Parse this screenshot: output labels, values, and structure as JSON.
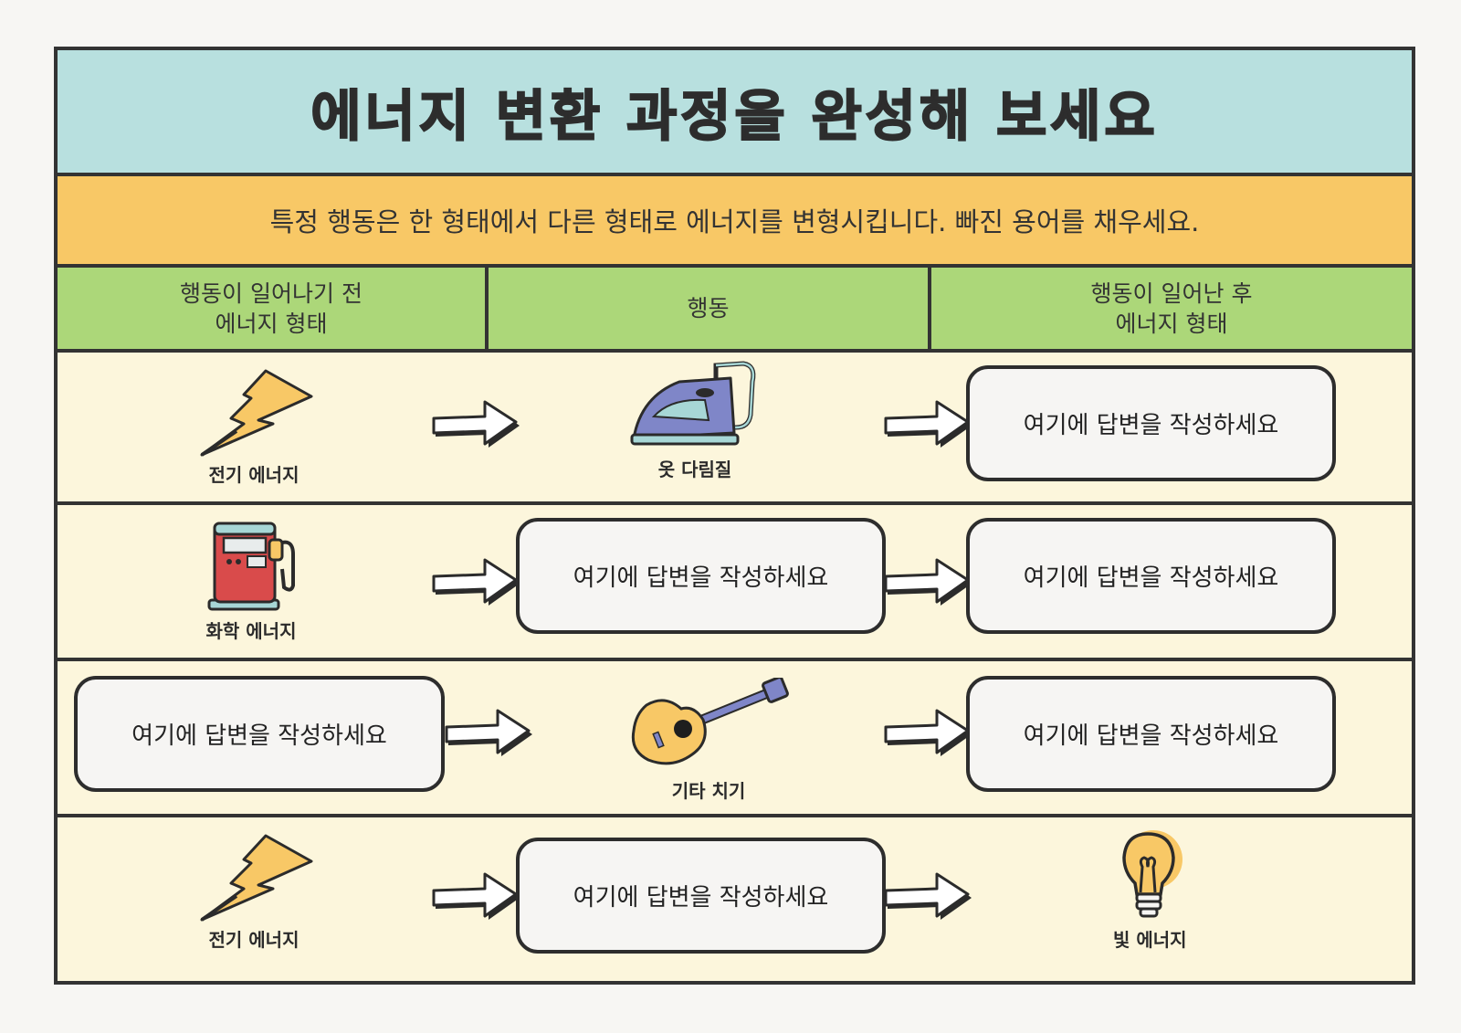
{
  "title": "에너지 변환 과정을 완성해 보세요",
  "instruction": "특정 행동은 한 형태에서 다른 형태로 에너지를 변형시킵니다. 빠진 용어를 채우세요.",
  "headers": {
    "before": "행동이 일어나기 전\n에너지 형태",
    "action": "행동",
    "after": "행동이 일어난 후\n에너지 형태"
  },
  "answer_placeholder": "여기에 답변을 작성하세요",
  "rows": [
    {
      "before_label": "전기 에너지",
      "before_icon": "lightning-bolt",
      "action_label": "옷 다림질",
      "action_icon": "clothes-iron",
      "after": "여기에 답변을 작성하세요"
    },
    {
      "before_label": "화학 에너지",
      "before_icon": "gas-pump",
      "action": "여기에 답변을 작성하세요",
      "after": "여기에 답변을 작성하세요"
    },
    {
      "before": "여기에 답변을 작성하세요",
      "action_label": "기타 치기",
      "action_icon": "guitar",
      "after": "여기에 답변을 작성하세요"
    },
    {
      "before_label": "전기 에너지",
      "before_icon": "lightning-bolt",
      "action": "여기에 답변을 작성하세요",
      "after_label": "빛 에너지",
      "after_icon": "light-bulb"
    }
  ],
  "colors": {
    "title_band": "#b8e0df",
    "instruction_band": "#f8c866",
    "header_band": "#acd779",
    "row_background": "#fcf6dc",
    "border": "#333333"
  }
}
